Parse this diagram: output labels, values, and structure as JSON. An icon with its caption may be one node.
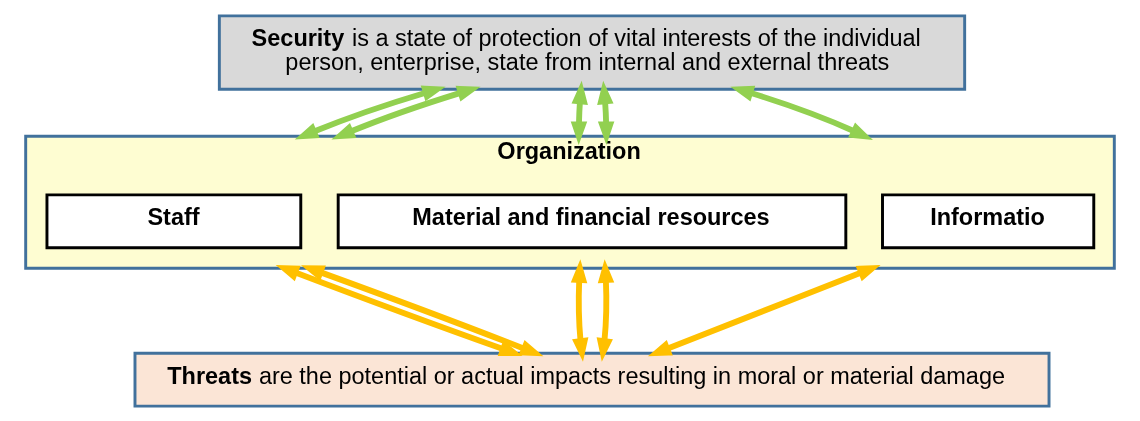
{
  "diagram": {
    "nodes": [
      {
        "text": [
          "**Security** is a state of protection of vital interests of the individual person, enterprise, state from internal and external threats"
        ]
      },
      {
        "text": [
          "Organization"
        ]
      },
      {
        "text": [
          "Staff"
        ],
        "in": 1
      },
      {
        "text": [
          "Material and financial resources"
        ],
        "in": 1
      },
      {
        "text": [
          "Informatio"
        ],
        "in": 1
      },
      {
        "text": [
          "**Threats** are the potential or actual impacts resulting in moral or material damage"
        ]
      }
    ],
    "edges": [
      {
        "from": 0,
        "to": 1,
        "arrow": "both",
        "color": "#92d050"
      },
      {
        "from": 0,
        "to": 1,
        "arrow": "both",
        "color": "#92d050"
      },
      {
        "from": 0,
        "to": 1,
        "arrow": "both",
        "color": "#92d050"
      },
      {
        "from": 0,
        "to": 1,
        "arrow": "both",
        "color": "#92d050"
      },
      {
        "from": 0,
        "to": 1,
        "arrow": "both",
        "color": "#92d050"
      },
      {
        "from": 1,
        "to": 5,
        "arrow": "both",
        "color": "#ffc000"
      },
      {
        "from": 1,
        "to": 5,
        "arrow": "both",
        "color": "#ffc000"
      },
      {
        "from": 1,
        "to": 5,
        "arrow": "both",
        "color": "#ffc000"
      },
      {
        "from": 1,
        "to": 5,
        "arrow": "both",
        "color": "#ffc000"
      },
      {
        "from": 1,
        "to": 5,
        "arrow": "both",
        "color": "#ffc000"
      }
    ]
  }
}
